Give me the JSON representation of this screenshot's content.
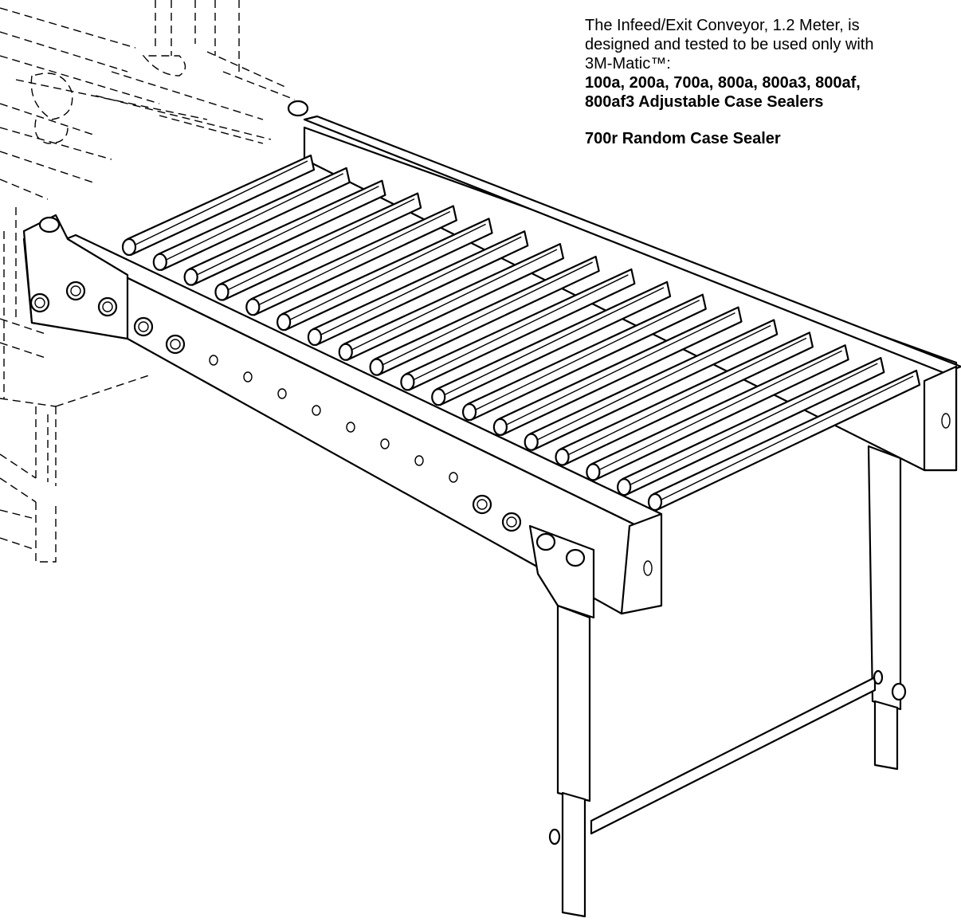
{
  "caption": {
    "line1": "The Infeed/Exit Conveyor, 1.2 Meter, is",
    "line2": "designed and tested to be used only with",
    "line3": "3M-Matic™:",
    "models_line1": "100a, 200a, 700a, 800a, 800a3, 800af,",
    "models_line2": "800af3 Adjustable Case Sealers",
    "random_model": "700r Random Case Sealer"
  }
}
